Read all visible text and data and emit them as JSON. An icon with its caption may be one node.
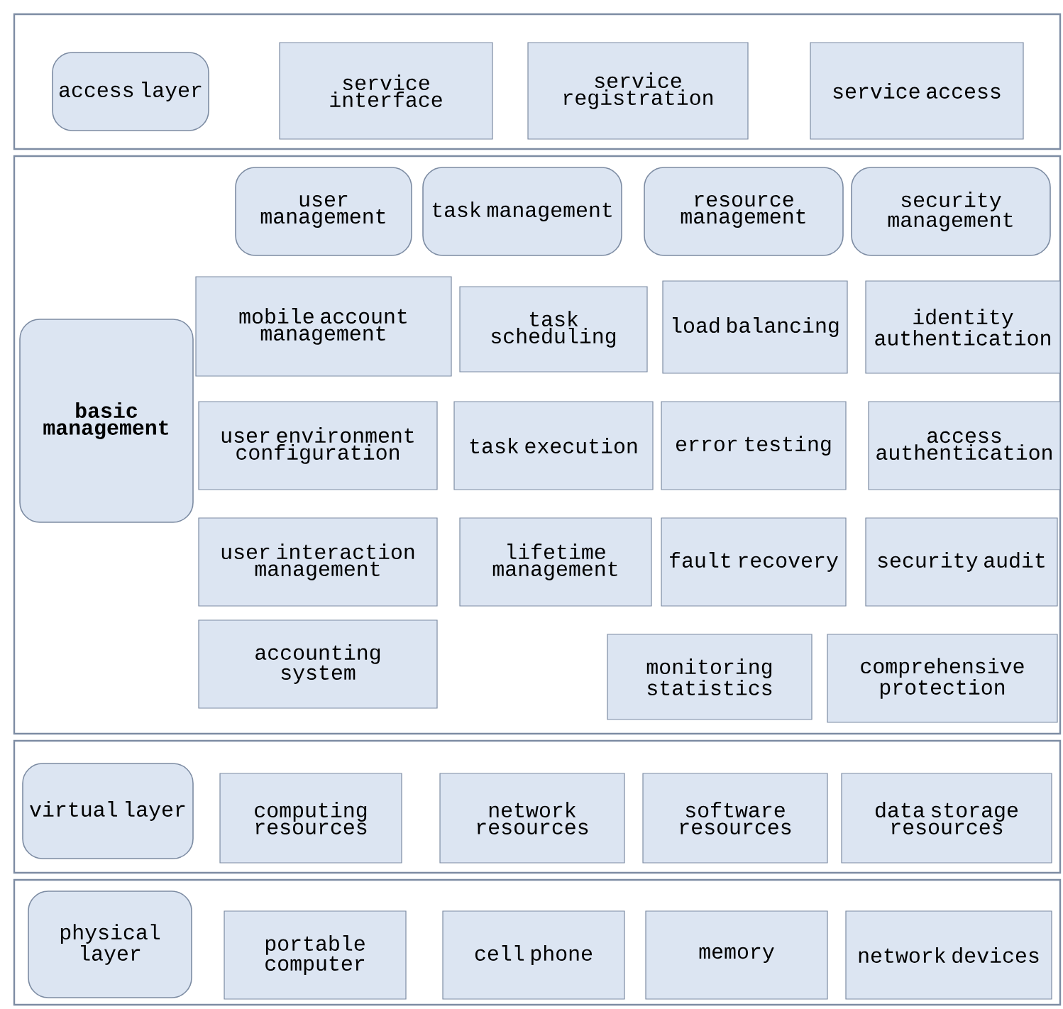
{
  "diagram": {
    "nodes": [
      {
        "text": [],
        "shape": "box"
      },
      {
        "text": [
          "access layer"
        ],
        "in": 0
      },
      {
        "text": [
          "service interface"
        ],
        "in": 0
      },
      {
        "text": [
          "service registration"
        ],
        "in": 0
      },
      {
        "text": [
          "service access"
        ],
        "in": 0
      },
      {
        "text": [],
        "shape": "box"
      },
      {
        "text": [
          "basic management"
        ],
        "in": 5
      },
      {
        "text": [
          "user management"
        ],
        "in": 5
      },
      {
        "text": [
          "task management"
        ],
        "in": 5
      },
      {
        "text": [
          "resource management"
        ],
        "in": 5
      },
      {
        "text": [
          "security management"
        ],
        "in": 5
      },
      {
        "text": [
          "mobile account management"
        ],
        "in": 5
      },
      {
        "text": [
          "task scheduling"
        ],
        "in": 5
      },
      {
        "text": [
          "load balancing"
        ],
        "in": 5
      },
      {
        "text": [
          "identity authentication"
        ],
        "in": 5
      },
      {
        "text": [
          "user environment configuration"
        ],
        "in": 5
      },
      {
        "text": [
          "task execution"
        ],
        "in": 5
      },
      {
        "text": [
          "error testing"
        ],
        "in": 5
      },
      {
        "text": [
          "access authentication"
        ],
        "in": 5
      },
      {
        "text": [
          "user interaction management"
        ],
        "in": 5
      },
      {
        "text": [
          "lifetime management"
        ],
        "in": 5
      },
      {
        "text": [
          "fault recovery"
        ],
        "in": 5
      },
      {
        "text": [
          "security audit"
        ],
        "in": 5
      },
      {
        "text": [
          "accounting system"
        ],
        "in": 5
      },
      {
        "text": [
          "monitoring statistics"
        ],
        "in": 5
      },
      {
        "text": [
          "comprehensive protection"
        ],
        "in": 5
      },
      {
        "text": [],
        "shape": "box"
      },
      {
        "text": [
          "virtual layer"
        ],
        "in": 26
      },
      {
        "text": [
          "computing resources"
        ],
        "in": 26
      },
      {
        "text": [
          "network resources"
        ],
        "in": 26
      },
      {
        "text": [
          "software resources"
        ],
        "in": 26
      },
      {
        "text": [
          "data storage resources"
        ],
        "in": 26
      },
      {
        "text": [],
        "shape": "box"
      },
      {
        "text": [
          "physical layer"
        ],
        "in": 32
      },
      {
        "text": [
          "portable computer"
        ],
        "in": 32
      },
      {
        "text": [
          "cell phone"
        ],
        "in": 32
      },
      {
        "text": [
          "memory"
        ],
        "in": 32
      },
      {
        "text": [
          "network devices"
        ],
        "in": 32
      }
    ]
  }
}
